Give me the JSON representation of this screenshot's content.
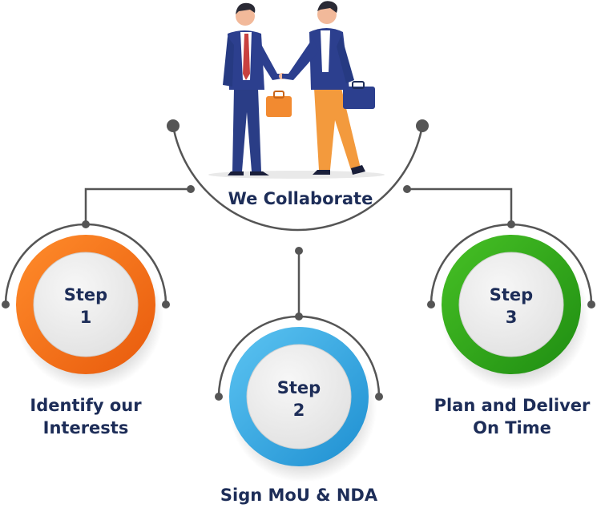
{
  "hub": {
    "label": "We Collaborate"
  },
  "steps": [
    {
      "title": "Step",
      "number": "1",
      "caption_line1": "Identify our",
      "caption_line2": "Interests",
      "ring_color": "#f36b1c",
      "ring_color_light": "#ff9a3c"
    },
    {
      "title": "Step",
      "number": "2",
      "caption_line1": "Sign MoU & NDA",
      "caption_line2": "",
      "ring_color": "#2ea4e0",
      "ring_color_light": "#6fcaf3"
    },
    {
      "title": "Step",
      "number": "3",
      "caption_line1": "Plan and Deliver",
      "caption_line2": "On Time",
      "ring_color": "#2ea31a",
      "ring_color_light": "#5fcb3c"
    }
  ],
  "colors": {
    "line": "#555555",
    "text": "#1d2d58",
    "inner_disc": "#ececec"
  },
  "illustration": {
    "icon": "business-handshake-illustration"
  }
}
